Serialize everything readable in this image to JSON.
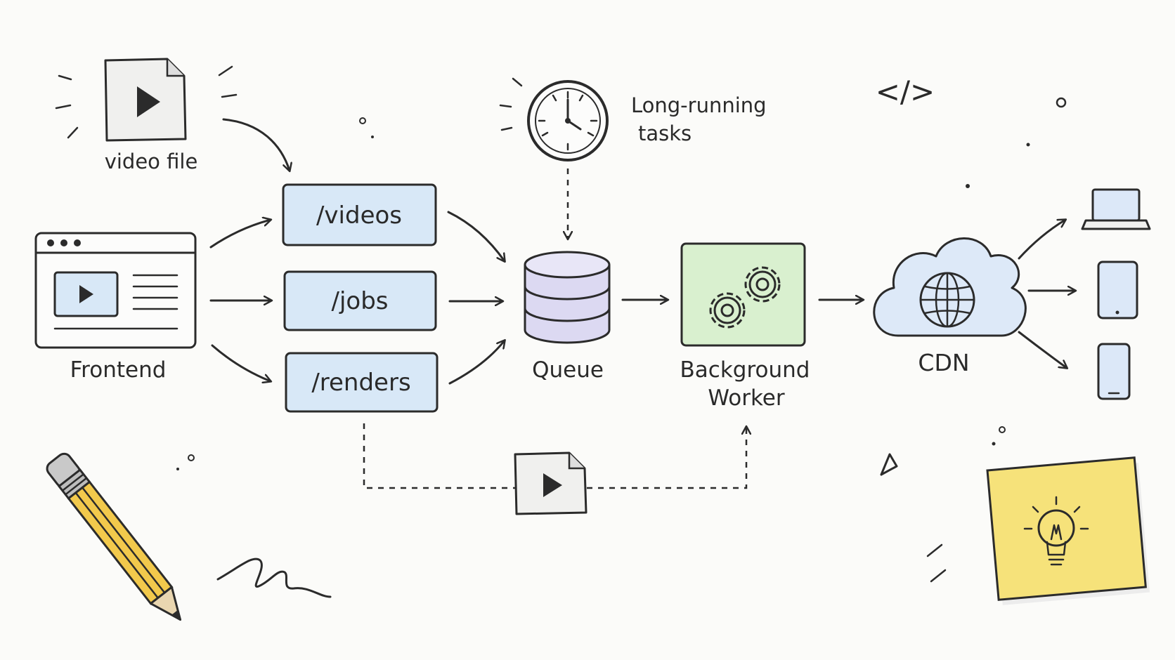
{
  "nodes": {
    "video_file": "video file",
    "frontend": "Frontend",
    "endpoint_videos": "/videos",
    "endpoint_jobs": "/jobs",
    "endpoint_renders": "/renders",
    "long_running_line1": "Long-running",
    "long_running_line2": "tasks",
    "queue": "Queue",
    "worker_line1": "Background",
    "worker_line2": "Worker",
    "cdn": "CDN",
    "code_tag": "</>"
  },
  "colors": {
    "endpoint_fill": "#d8e8f7",
    "worker_fill": "#d9f0cf",
    "cdn_fill": "#dde9f8",
    "queue_fill": "#dcd9f2",
    "note_fill": "#f6e27a",
    "pencil_fill": "#f2c94c",
    "device_fill": "#dce8f8"
  },
  "icons": {
    "video_file": "video-file-icon",
    "frontend": "browser-window-icon",
    "clock": "clock-icon",
    "queue": "database-icon",
    "worker": "gears-icon",
    "cdn": "cloud-globe-icon",
    "laptop": "laptop-icon",
    "tablet": "tablet-icon",
    "phone": "phone-icon",
    "pencil": "pencil-icon",
    "idea": "lightbulb-icon"
  }
}
